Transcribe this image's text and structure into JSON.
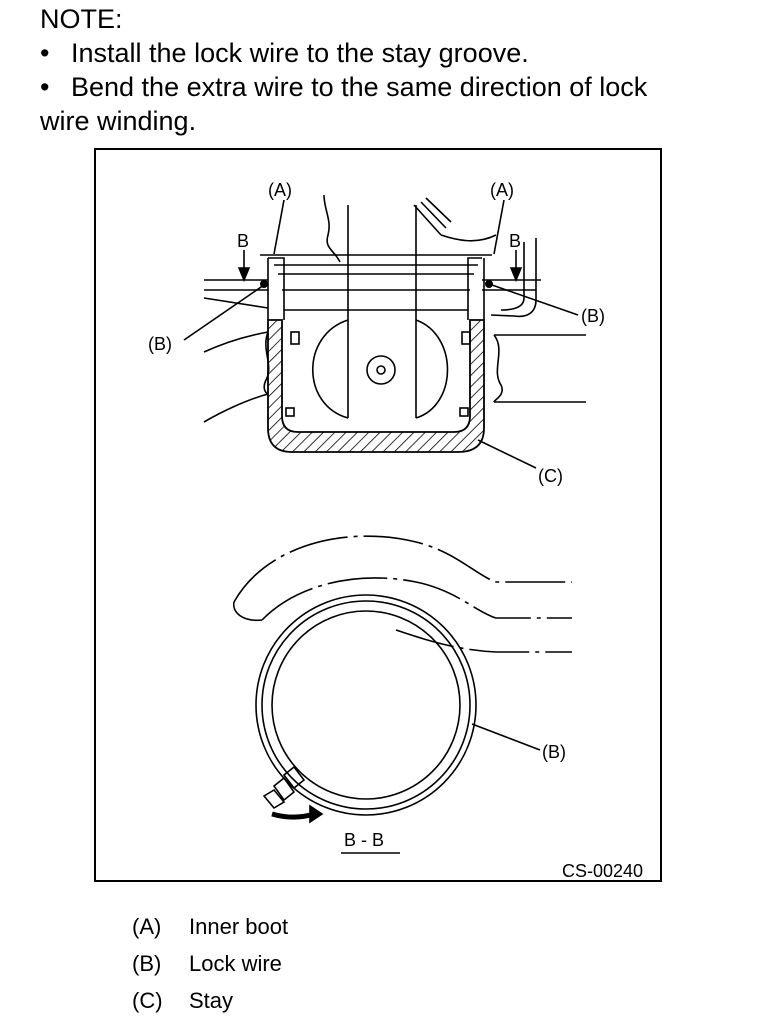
{
  "note": {
    "title": "NOTE:",
    "bullet_symbol": "•",
    "bullets": [
      "Install the lock wire to the stay groove.",
      "Bend the extra wire to the same direction of lock"
    ],
    "continuation": "wire winding."
  },
  "figure": {
    "labels": {
      "a_left": "(A)",
      "a_right": "(A)",
      "b_arrow_left": "B",
      "b_arrow_right": "B",
      "b_left": "(B)",
      "b_right": "(B)",
      "c": "(C)",
      "b_bottom": "(B)",
      "section": "B - B"
    },
    "code": "CS-00240"
  },
  "legend": [
    {
      "key": "(A)",
      "text": "Inner boot"
    },
    {
      "key": "(B)",
      "text": "Lock wire"
    },
    {
      "key": "(C)",
      "text": "Stay"
    }
  ]
}
